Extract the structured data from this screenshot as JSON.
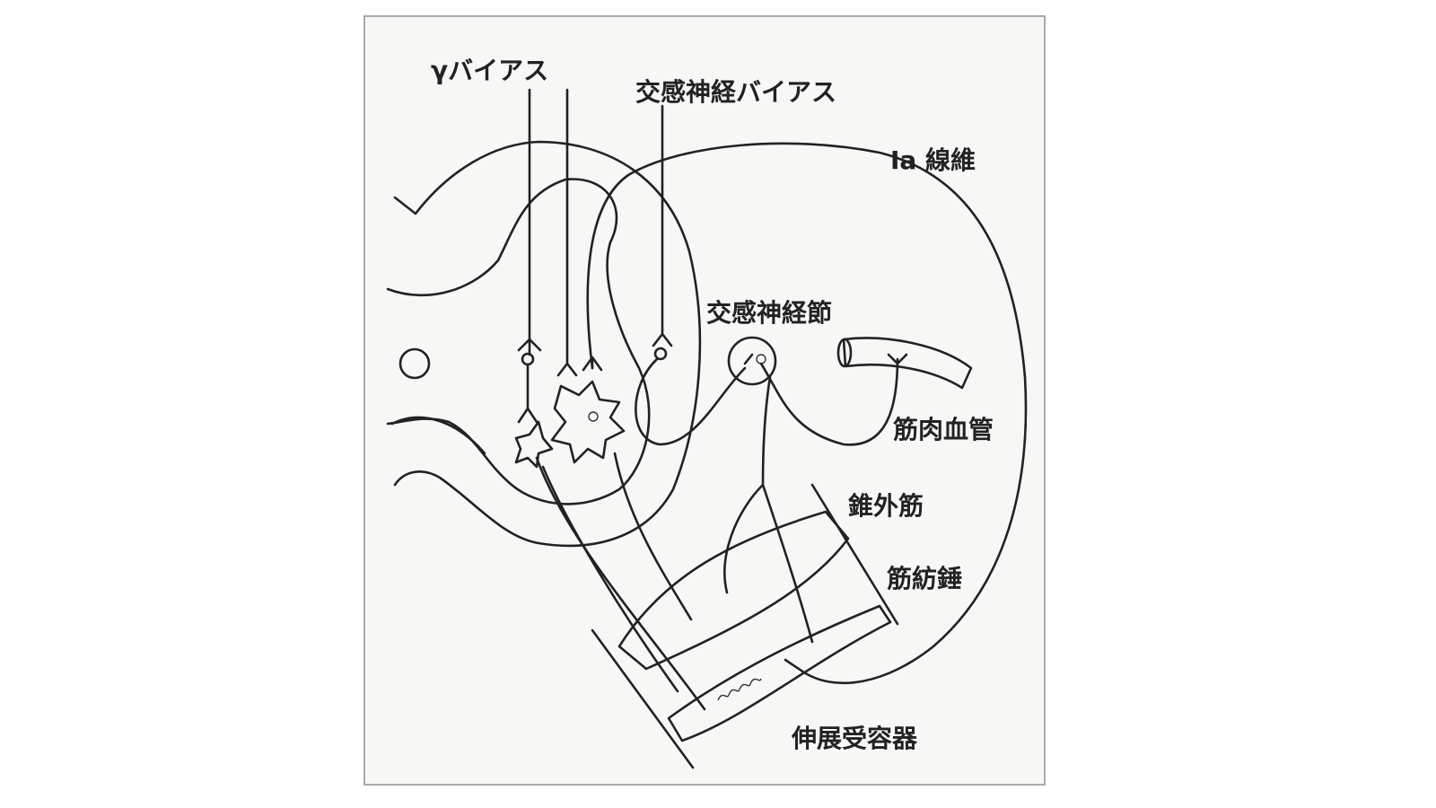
{
  "diagram": {
    "labels": {
      "gamma_bias": "γバイアス",
      "sympathetic_bias": "交感神経バイアス",
      "ia_fiber": "Ⅰa 線維",
      "sympathetic_ganglion": "交感神経節",
      "muscle_blood_vessel": "筋肉血管",
      "extrafusal_muscle": "錐外筋",
      "muscle_spindle": "筋紡錘",
      "stretch_receptor": "伸展受容器"
    },
    "colors": {
      "line": "#222222",
      "gray_matter": "#dcdcdc",
      "background": "#f7f7f5"
    }
  }
}
